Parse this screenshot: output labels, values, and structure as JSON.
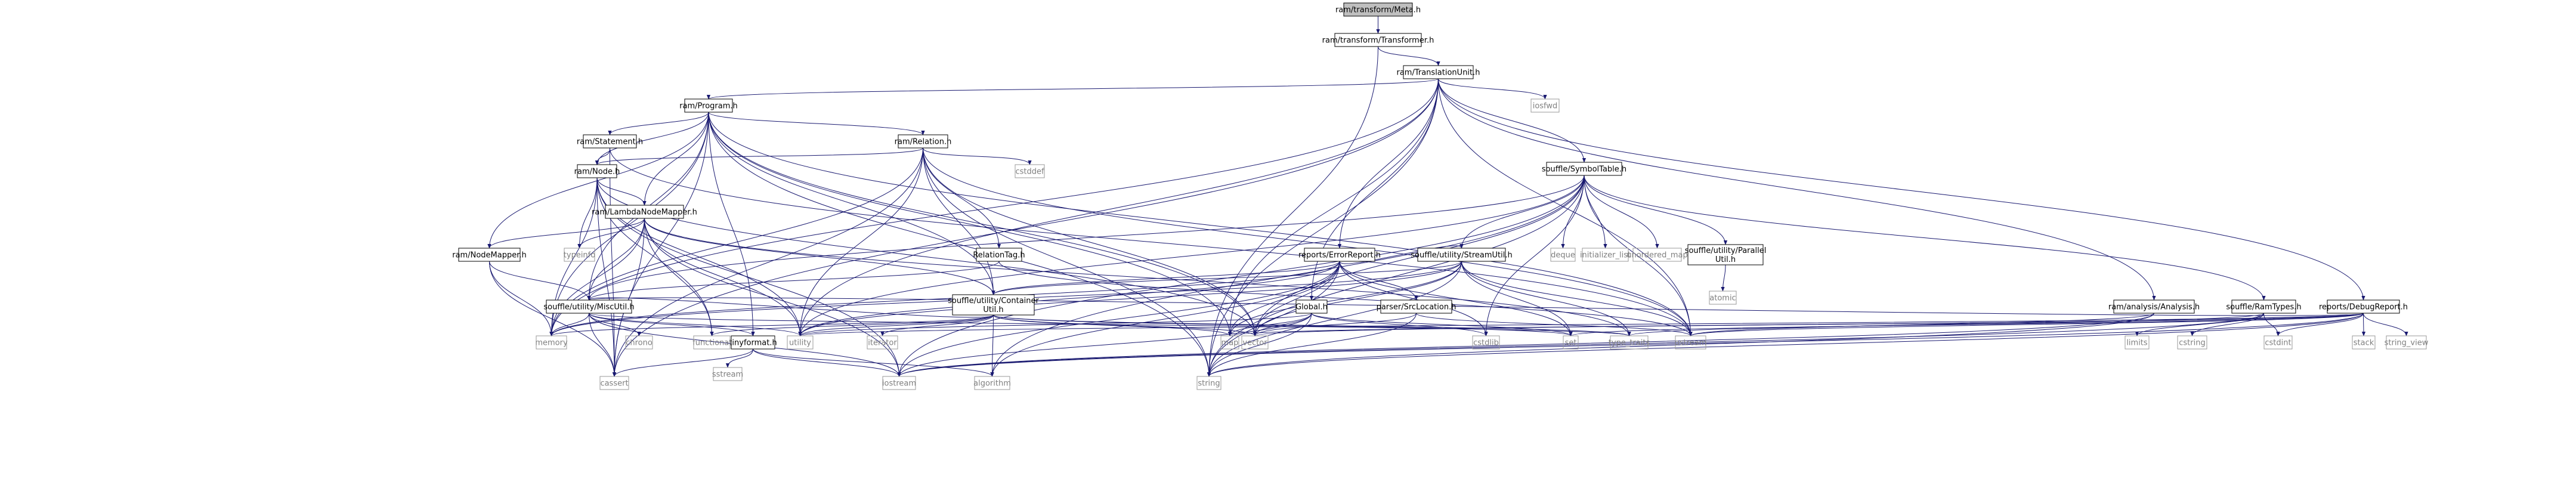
{
  "graph": {
    "nodes": [
      {
        "id": "ram_transform_meta",
        "lines": [
          "ram/transform/Meta.h"
        ],
        "kind": "root"
      },
      {
        "id": "ram_transform_transformer",
        "lines": [
          "ram/transform/Transformer.h"
        ],
        "kind": "boxed"
      },
      {
        "id": "ram_translationunit",
        "lines": [
          "ram/TranslationUnit.h"
        ],
        "kind": "boxed"
      },
      {
        "id": "ram_program",
        "lines": [
          "ram/Program.h"
        ],
        "kind": "boxed"
      },
      {
        "id": "iosfwd",
        "lines": [
          "iosfwd"
        ],
        "kind": "plain"
      },
      {
        "id": "ram_statement",
        "lines": [
          "ram/Statement.h"
        ],
        "kind": "boxed"
      },
      {
        "id": "ram_relation",
        "lines": [
          "ram/Relation.h"
        ],
        "kind": "boxed"
      },
      {
        "id": "ram_node",
        "lines": [
          "ram/Node.h"
        ],
        "kind": "boxed"
      },
      {
        "id": "cstddef",
        "lines": [
          "cstddef"
        ],
        "kind": "plain"
      },
      {
        "id": "ram_lambdanodemapper",
        "lines": [
          "ram/LambdaNodeMapper.h"
        ],
        "kind": "boxed"
      },
      {
        "id": "ram_nodemapper",
        "lines": [
          "ram/NodeMapper.h"
        ],
        "kind": "boxed"
      },
      {
        "id": "typeinfo",
        "lines": [
          "typeinfo"
        ],
        "kind": "plain"
      },
      {
        "id": "relationtag",
        "lines": [
          "RelationTag.h"
        ],
        "kind": "boxed"
      },
      {
        "id": "souffle_symboltable",
        "lines": [
          "souffle/SymbolTable.h"
        ],
        "kind": "boxed"
      },
      {
        "id": "reports_errorreport",
        "lines": [
          "reports/ErrorReport.h"
        ],
        "kind": "boxed"
      },
      {
        "id": "souffle_utility_streamutil",
        "lines": [
          "souffle/utility/StreamUtil.h"
        ],
        "kind": "boxed"
      },
      {
        "id": "deque",
        "lines": [
          "deque"
        ],
        "kind": "plain"
      },
      {
        "id": "initializer_list",
        "lines": [
          "initializer_list"
        ],
        "kind": "plain"
      },
      {
        "id": "unordered_map",
        "lines": [
          "unordered_map"
        ],
        "kind": "plain"
      },
      {
        "id": "souffle_utility_parallelutil",
        "lines": [
          "souffle/utility/Parallel",
          "Util.h"
        ],
        "kind": "boxed"
      },
      {
        "id": "atomic",
        "lines": [
          "atomic"
        ],
        "kind": "plain"
      },
      {
        "id": "souffle_utility_miscutil",
        "lines": [
          "souffle/utility/MiscUtil.h"
        ],
        "kind": "boxed"
      },
      {
        "id": "souffle_utility_containerutil",
        "lines": [
          "souffle/utility/Container",
          "Util.h"
        ],
        "kind": "boxed"
      },
      {
        "id": "global",
        "lines": [
          "Global.h"
        ],
        "kind": "boxed"
      },
      {
        "id": "parser_srclocation",
        "lines": [
          "parser/SrcLocation.h"
        ],
        "kind": "boxed"
      },
      {
        "id": "ram_analysis_analysis",
        "lines": [
          "ram/analysis/Analysis.h"
        ],
        "kind": "boxed"
      },
      {
        "id": "souffle_ramtypes",
        "lines": [
          "souffle/RamTypes.h"
        ],
        "kind": "boxed"
      },
      {
        "id": "reports_debugreport",
        "lines": [
          "reports/DebugReport.h"
        ],
        "kind": "boxed"
      },
      {
        "id": "tinyformat",
        "lines": [
          "tinyformat.h"
        ],
        "kind": "boxed"
      },
      {
        "id": "chrono",
        "lines": [
          "chrono"
        ],
        "kind": "plain"
      },
      {
        "id": "iterator",
        "lines": [
          "iterator"
        ],
        "kind": "plain"
      },
      {
        "id": "functional",
        "lines": [
          "functional"
        ],
        "kind": "plain"
      },
      {
        "id": "memory",
        "lines": [
          "memory"
        ],
        "kind": "plain"
      },
      {
        "id": "utility",
        "lines": [
          "utility"
        ],
        "kind": "plain"
      },
      {
        "id": "map",
        "lines": [
          "map"
        ],
        "kind": "plain"
      },
      {
        "id": "vector",
        "lines": [
          "vector"
        ],
        "kind": "plain"
      },
      {
        "id": "cstdlib",
        "lines": [
          "cstdlib"
        ],
        "kind": "plain"
      },
      {
        "id": "set",
        "lines": [
          "set"
        ],
        "kind": "plain"
      },
      {
        "id": "type_traits",
        "lines": [
          "type_traits"
        ],
        "kind": "plain"
      },
      {
        "id": "ostream",
        "lines": [
          "ostream"
        ],
        "kind": "plain"
      },
      {
        "id": "limits",
        "lines": [
          "limits"
        ],
        "kind": "plain"
      },
      {
        "id": "cstring",
        "lines": [
          "cstring"
        ],
        "kind": "plain"
      },
      {
        "id": "cstdint",
        "lines": [
          "cstdint"
        ],
        "kind": "plain"
      },
      {
        "id": "stack",
        "lines": [
          "stack"
        ],
        "kind": "plain"
      },
      {
        "id": "string_view",
        "lines": [
          "string_view"
        ],
        "kind": "plain"
      },
      {
        "id": "sstream",
        "lines": [
          "sstream"
        ],
        "kind": "plain"
      },
      {
        "id": "cassert",
        "lines": [
          "cassert"
        ],
        "kind": "plain"
      },
      {
        "id": "iostream",
        "lines": [
          "iostream"
        ],
        "kind": "plain"
      },
      {
        "id": "algorithm",
        "lines": [
          "algorithm"
        ],
        "kind": "plain"
      },
      {
        "id": "string",
        "lines": [
          "string"
        ],
        "kind": "plain"
      }
    ],
    "edges": [
      [
        "ram_transform_meta",
        "ram_transform_transformer"
      ],
      [
        "ram_transform_transformer",
        "ram_translationunit"
      ],
      [
        "ram_transform_transformer",
        "string"
      ],
      [
        "ram_translationunit",
        "ram_program"
      ],
      [
        "ram_translationunit",
        "iosfwd"
      ],
      [
        "ram_translationunit",
        "souffle_symboltable"
      ],
      [
        "ram_translationunit",
        "reports_errorreport"
      ],
      [
        "ram_translationunit",
        "global"
      ],
      [
        "ram_translationunit",
        "ram_analysis_analysis"
      ],
      [
        "ram_translationunit",
        "reports_debugreport"
      ],
      [
        "ram_translationunit",
        "cassert"
      ],
      [
        "ram_translationunit",
        "map"
      ],
      [
        "ram_translationunit",
        "memory"
      ],
      [
        "ram_translationunit",
        "utility"
      ],
      [
        "ram_translationunit",
        "string"
      ],
      [
        "ram_translationunit",
        "ostream"
      ],
      [
        "ram_program",
        "ram_statement"
      ],
      [
        "ram_program",
        "ram_relation"
      ],
      [
        "ram_program",
        "ram_node"
      ],
      [
        "ram_program",
        "ram_lambdanodemapper"
      ],
      [
        "ram_program",
        "ram_nodemapper"
      ],
      [
        "ram_program",
        "souffle_utility_containerutil"
      ],
      [
        "ram_program",
        "souffle_utility_miscutil"
      ],
      [
        "ram_program",
        "tinyformat"
      ],
      [
        "ram_program",
        "cassert"
      ],
      [
        "ram_program",
        "map"
      ],
      [
        "ram_program",
        "memory"
      ],
      [
        "ram_program",
        "string"
      ],
      [
        "ram_program",
        "vector"
      ],
      [
        "ram_program",
        "ostream"
      ],
      [
        "ram_statement",
        "ram_node"
      ],
      [
        "ram_statement",
        "cassert"
      ],
      [
        "ram_statement",
        "ostream"
      ],
      [
        "ram_relation",
        "ram_node"
      ],
      [
        "ram_relation",
        "relationtag"
      ],
      [
        "ram_relation",
        "souffle_utility_containerutil"
      ],
      [
        "ram_relation",
        "cassert"
      ],
      [
        "ram_relation",
        "cstddef"
      ],
      [
        "ram_relation",
        "memory"
      ],
      [
        "ram_relation",
        "ostream"
      ],
      [
        "ram_relation",
        "string"
      ],
      [
        "ram_relation",
        "utility"
      ],
      [
        "ram_relation",
        "vector"
      ],
      [
        "ram_node",
        "ram_lambdanodemapper"
      ],
      [
        "ram_node",
        "cassert"
      ],
      [
        "ram_node",
        "functional"
      ],
      [
        "ram_node",
        "iostream"
      ],
      [
        "ram_node",
        "memory"
      ],
      [
        "ram_node",
        "typeinfo"
      ],
      [
        "ram_node",
        "utility"
      ],
      [
        "ram_node",
        "vector"
      ],
      [
        "ram_lambdanodemapper",
        "ram_nodemapper"
      ],
      [
        "ram_lambdanodemapper",
        "souffle_utility_miscutil"
      ],
      [
        "ram_lambdanodemapper",
        "functional"
      ],
      [
        "ram_lambdanodemapper",
        "memory"
      ],
      [
        "ram_lambdanodemapper",
        "type_traits"
      ],
      [
        "ram_lambdanodemapper",
        "utility"
      ],
      [
        "ram_lambdanodemapper",
        "typeinfo"
      ],
      [
        "ram_lambdanodemapper",
        "cassert"
      ],
      [
        "ram_lambdanodemapper",
        "iostream"
      ],
      [
        "ram_lambdanodemapper",
        "souffle_utility_containerutil"
      ],
      [
        "ram_nodemapper",
        "souffle_utility_miscutil"
      ],
      [
        "ram_nodemapper",
        "cassert"
      ],
      [
        "ram_nodemapper",
        "memory"
      ],
      [
        "souffle_utility_miscutil",
        "tinyformat"
      ],
      [
        "souffle_utility_miscutil",
        "cassert"
      ],
      [
        "souffle_utility_miscutil",
        "chrono"
      ],
      [
        "souffle_utility_miscutil",
        "iostream"
      ],
      [
        "souffle_utility_miscutil",
        "memory"
      ],
      [
        "souffle_utility_miscutil",
        "type_traits"
      ],
      [
        "souffle_utility_miscutil",
        "utility"
      ],
      [
        "souffle_utility_containerutil",
        "souffle_utility_miscutil"
      ],
      [
        "souffle_utility_containerutil",
        "functional"
      ],
      [
        "souffle_utility_containerutil",
        "iterator"
      ],
      [
        "souffle_utility_containerutil",
        "map"
      ],
      [
        "souffle_utility_containerutil",
        "memory"
      ],
      [
        "souffle_utility_containerutil",
        "set"
      ],
      [
        "souffle_utility_containerutil",
        "utility"
      ],
      [
        "souffle_utility_containerutil",
        "vector"
      ],
      [
        "souffle_utility_containerutil",
        "algorithm"
      ],
      [
        "souffle_utility_containerutil",
        "type_traits"
      ],
      [
        "tinyformat",
        "algorithm"
      ],
      [
        "tinyformat",
        "cassert"
      ],
      [
        "tinyformat",
        "iostream"
      ],
      [
        "tinyformat",
        "sstream"
      ],
      [
        "relationtag",
        "souffle_utility_miscutil"
      ],
      [
        "relationtag",
        "ostream"
      ],
      [
        "souffle_symboltable",
        "souffle_ramtypes"
      ],
      [
        "souffle_symboltable",
        "souffle_utility_miscutil"
      ],
      [
        "souffle_symboltable",
        "souffle_utility_parallelutil"
      ],
      [
        "souffle_symboltable",
        "souffle_utility_streamutil"
      ],
      [
        "souffle_symboltable",
        "algorithm"
      ],
      [
        "souffle_symboltable",
        "cstdlib"
      ],
      [
        "souffle_symboltable",
        "deque"
      ],
      [
        "souffle_symboltable",
        "initializer_list"
      ],
      [
        "souffle_symboltable",
        "iostream"
      ],
      [
        "souffle_symboltable",
        "string"
      ],
      [
        "souffle_symboltable",
        "unordered_map"
      ],
      [
        "souffle_symboltable",
        "utility"
      ],
      [
        "souffle_symboltable",
        "vector"
      ],
      [
        "souffle_symboltable",
        "ostream"
      ],
      [
        "souffle_utility_parallelutil",
        "atomic"
      ],
      [
        "souffle_utility_streamutil",
        "souffle_utility_containerutil"
      ],
      [
        "souffle_utility_streamutil",
        "map"
      ],
      [
        "souffle_utility_streamutil",
        "ostream"
      ],
      [
        "souffle_utility_streamutil",
        "set"
      ],
      [
        "souffle_utility_streamutil",
        "string"
      ],
      [
        "souffle_utility_streamutil",
        "type_traits"
      ],
      [
        "souffle_utility_streamutil",
        "utility"
      ],
      [
        "souffle_utility_streamutil",
        "vector"
      ],
      [
        "souffle_utility_streamutil",
        "memory"
      ],
      [
        "souffle_ramtypes",
        "cstring"
      ],
      [
        "souffle_ramtypes",
        "iostream"
      ],
      [
        "souffle_ramtypes",
        "limits"
      ],
      [
        "souffle_ramtypes",
        "type_traits"
      ],
      [
        "souffle_ramtypes",
        "cstdint"
      ],
      [
        "reports_errorreport",
        "parser_srclocation"
      ],
      [
        "reports_errorreport",
        "souffle_utility_containerutil"
      ],
      [
        "reports_errorreport",
        "souffle_utility_streamutil"
      ],
      [
        "reports_errorreport",
        "algorithm"
      ],
      [
        "reports_errorreport",
        "cstdlib"
      ],
      [
        "reports_errorreport",
        "iostream"
      ],
      [
        "reports_errorreport",
        "map"
      ],
      [
        "reports_errorreport",
        "memory"
      ],
      [
        "reports_errorreport",
        "set"
      ],
      [
        "reports_errorreport",
        "string"
      ],
      [
        "reports_errorreport",
        "utility"
      ],
      [
        "reports_errorreport",
        "vector"
      ],
      [
        "parser_srclocation",
        "string"
      ],
      [
        "parser_srclocation",
        "vector"
      ],
      [
        "parser_srclocation",
        "ostream"
      ],
      [
        "global",
        "map"
      ],
      [
        "global",
        "iostream"
      ],
      [
        "global",
        "string"
      ],
      [
        "global",
        "utility"
      ],
      [
        "global",
        "vector"
      ],
      [
        "global",
        "set"
      ],
      [
        "global",
        "cstdlib"
      ],
      [
        "ram_analysis_analysis",
        "iostream"
      ],
      [
        "ram_analysis_analysis",
        "string"
      ],
      [
        "ram_analysis_analysis",
        "ostream"
      ],
      [
        "reports_debugreport",
        "souffle_utility_miscutil"
      ],
      [
        "reports_debugreport",
        "cstdint"
      ],
      [
        "reports_debugreport",
        "map"
      ],
      [
        "reports_debugreport",
        "stack"
      ],
      [
        "reports_debugreport",
        "string"
      ],
      [
        "reports_debugreport",
        "string_view"
      ],
      [
        "reports_debugreport",
        "utility"
      ],
      [
        "reports_debugreport",
        "vector"
      ],
      [
        "reports_debugreport",
        "set"
      ],
      [
        "reports_debugreport",
        "ostream"
      ],
      [
        "reports_debugreport",
        "iostream"
      ]
    ]
  }
}
